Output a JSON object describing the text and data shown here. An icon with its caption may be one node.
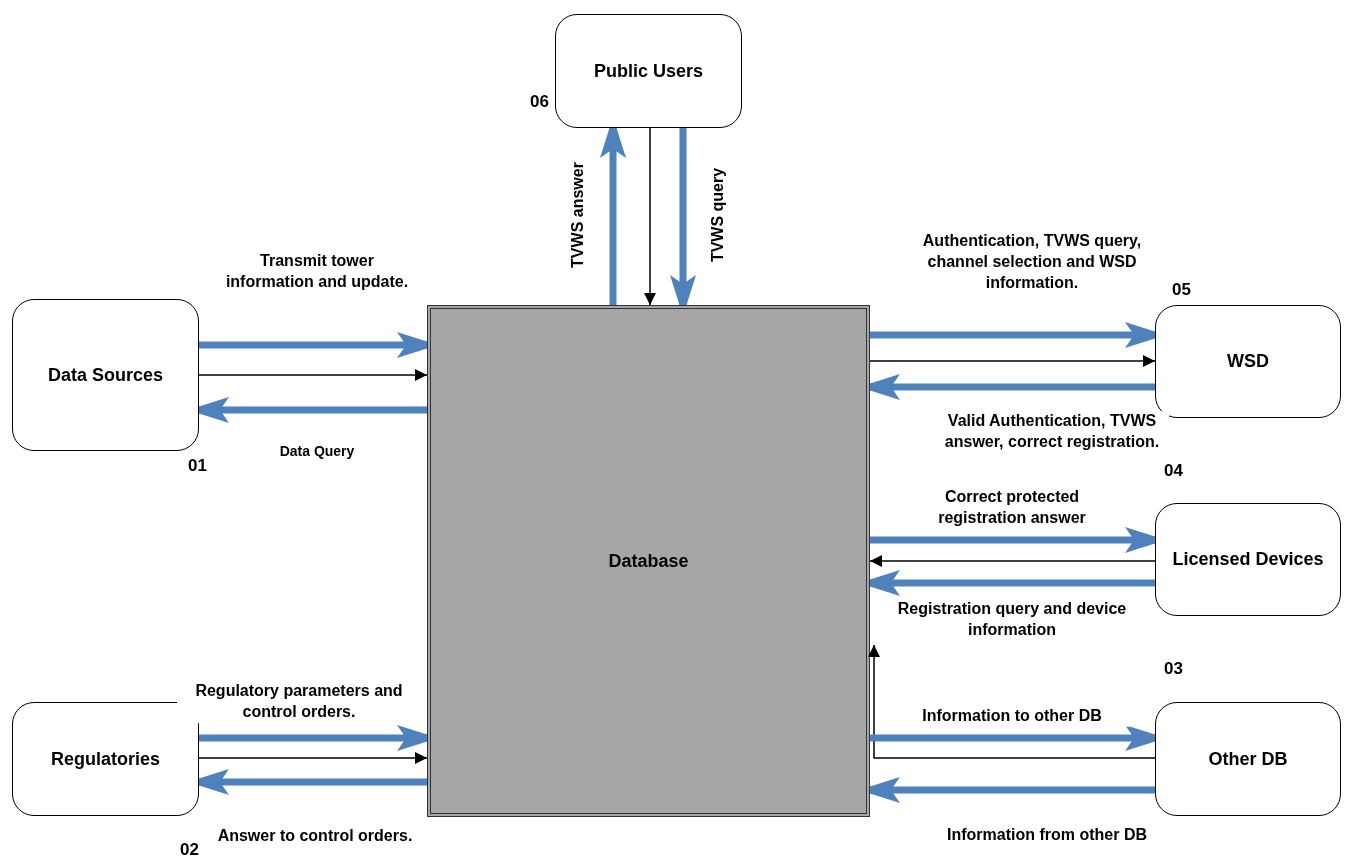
{
  "diagram": {
    "nodes": [
      {
        "text": [
          "Public Users"
        ],
        "beside": [
          "06"
        ]
      },
      {
        "text": [
          "Data Sources"
        ],
        "beside": [
          "01"
        ]
      },
      {
        "text": [
          "Database"
        ]
      },
      {
        "text": [
          "WSD"
        ],
        "beside": [
          "05"
        ]
      },
      {
        "text": [
          "Licensed Devices"
        ],
        "beside": [
          "04"
        ]
      },
      {
        "text": [
          "Regulatories"
        ],
        "beside": [
          "02"
        ]
      },
      {
        "text": [
          "Other DB"
        ],
        "beside": [
          "03"
        ]
      }
    ],
    "edges": [
      {
        "from": 1,
        "to": 2,
        "arrow": "to",
        "color": "#000000"
      },
      {
        "from": 1,
        "to": 2,
        "arrow": "to",
        "label": "Transmit tower information and update."
      },
      {
        "from": 2,
        "to": 1,
        "arrow": "to",
        "label": "Data Query"
      },
      {
        "from": 5,
        "to": 2,
        "arrow": "to",
        "color": "#000000"
      },
      {
        "from": 5,
        "to": 2,
        "arrow": "to",
        "label": "Regulatory parameters and control orders."
      },
      {
        "from": 2,
        "to": 5,
        "arrow": "to",
        "label": "Answer to control orders."
      },
      {
        "from": 0,
        "to": 2,
        "arrow": "to",
        "color": "#000000"
      },
      {
        "from": 2,
        "to": 0,
        "arrow": "to",
        "label": "TVWS answer"
      },
      {
        "from": 0,
        "to": 2,
        "arrow": "to",
        "label": "TVWS query"
      },
      {
        "from": 2,
        "to": 3,
        "arrow": "to",
        "color": "#000000"
      },
      {
        "from": 2,
        "to": 3,
        "arrow": "to",
        "label": "Authentication, TVWS query, channel selection and WSD information."
      },
      {
        "from": 3,
        "to": 2,
        "arrow": "to",
        "label": "Valid Authentication, TVWS answer, correct registration."
      },
      {
        "from": 4,
        "to": 2,
        "arrow": "to",
        "color": "#000000"
      },
      {
        "from": 2,
        "to": 4,
        "arrow": "to",
        "label": "Correct protected registration answer"
      },
      {
        "from": 4,
        "to": 2,
        "arrow": "to",
        "label": "Registration query and device information"
      },
      {
        "from": 6,
        "to": 2,
        "arrow": "to",
        "color": "#000000"
      },
      {
        "from": 2,
        "to": 6,
        "arrow": "to",
        "label": "Information to other DB"
      },
      {
        "from": 6,
        "to": 2,
        "arrow": "to",
        "label": "Information from other DB"
      }
    ]
  }
}
